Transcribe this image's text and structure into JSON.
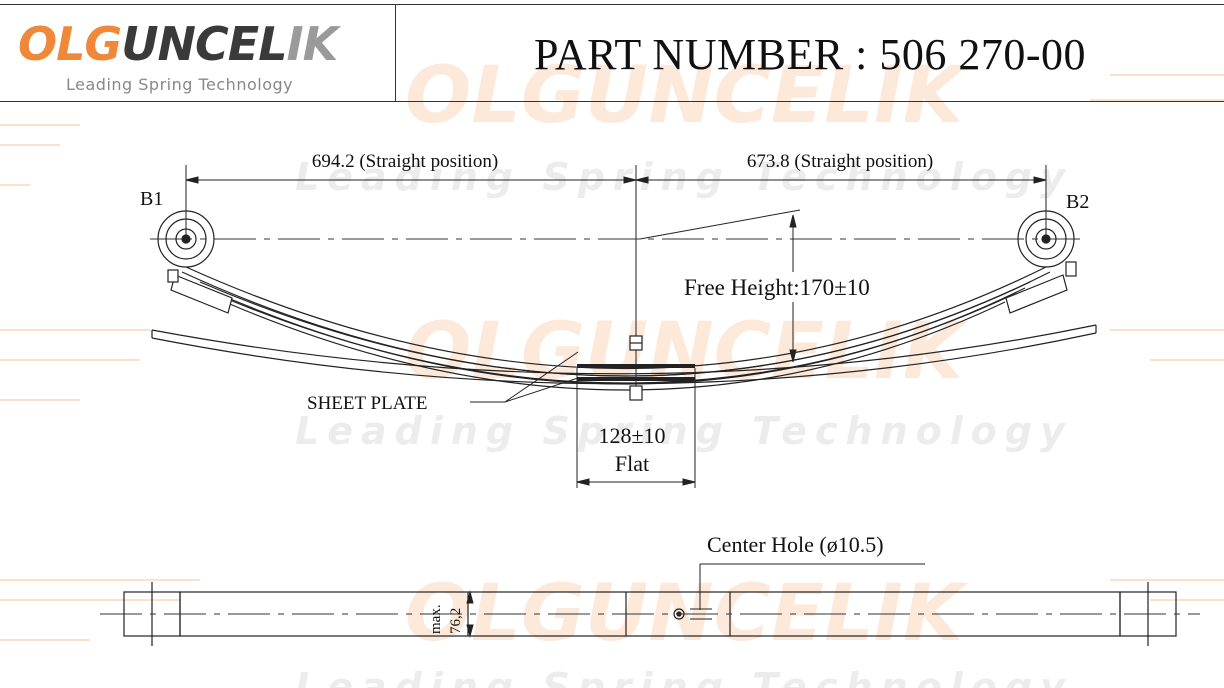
{
  "header": {
    "logo": {
      "part1": "OLG",
      "part2": "UNCEL",
      "part3": "IK"
    },
    "tagline": "Leading Spring Technology",
    "title": "PART NUMBER : 506 270-00"
  },
  "watermark": {
    "brand": "OLGUNCELIK",
    "tagline": "Leading Spring Technology"
  },
  "drawing": {
    "dim_left": "694.2 (Straight position)",
    "dim_right": "673.8 (Straight position)",
    "eye_left": "B1",
    "eye_right": "B2",
    "free_height": "Free Height:170±10",
    "sheet_plate": "SHEET PLATE",
    "flat_value": "128±10",
    "flat_label": "Flat",
    "center_hole": "Center Hole (ø10.5)",
    "max_label": "max.",
    "max_value": "76,2"
  },
  "colors": {
    "brand_orange": "#f0883a",
    "brand_dark": "#3a3a3a",
    "line": "#222222"
  }
}
